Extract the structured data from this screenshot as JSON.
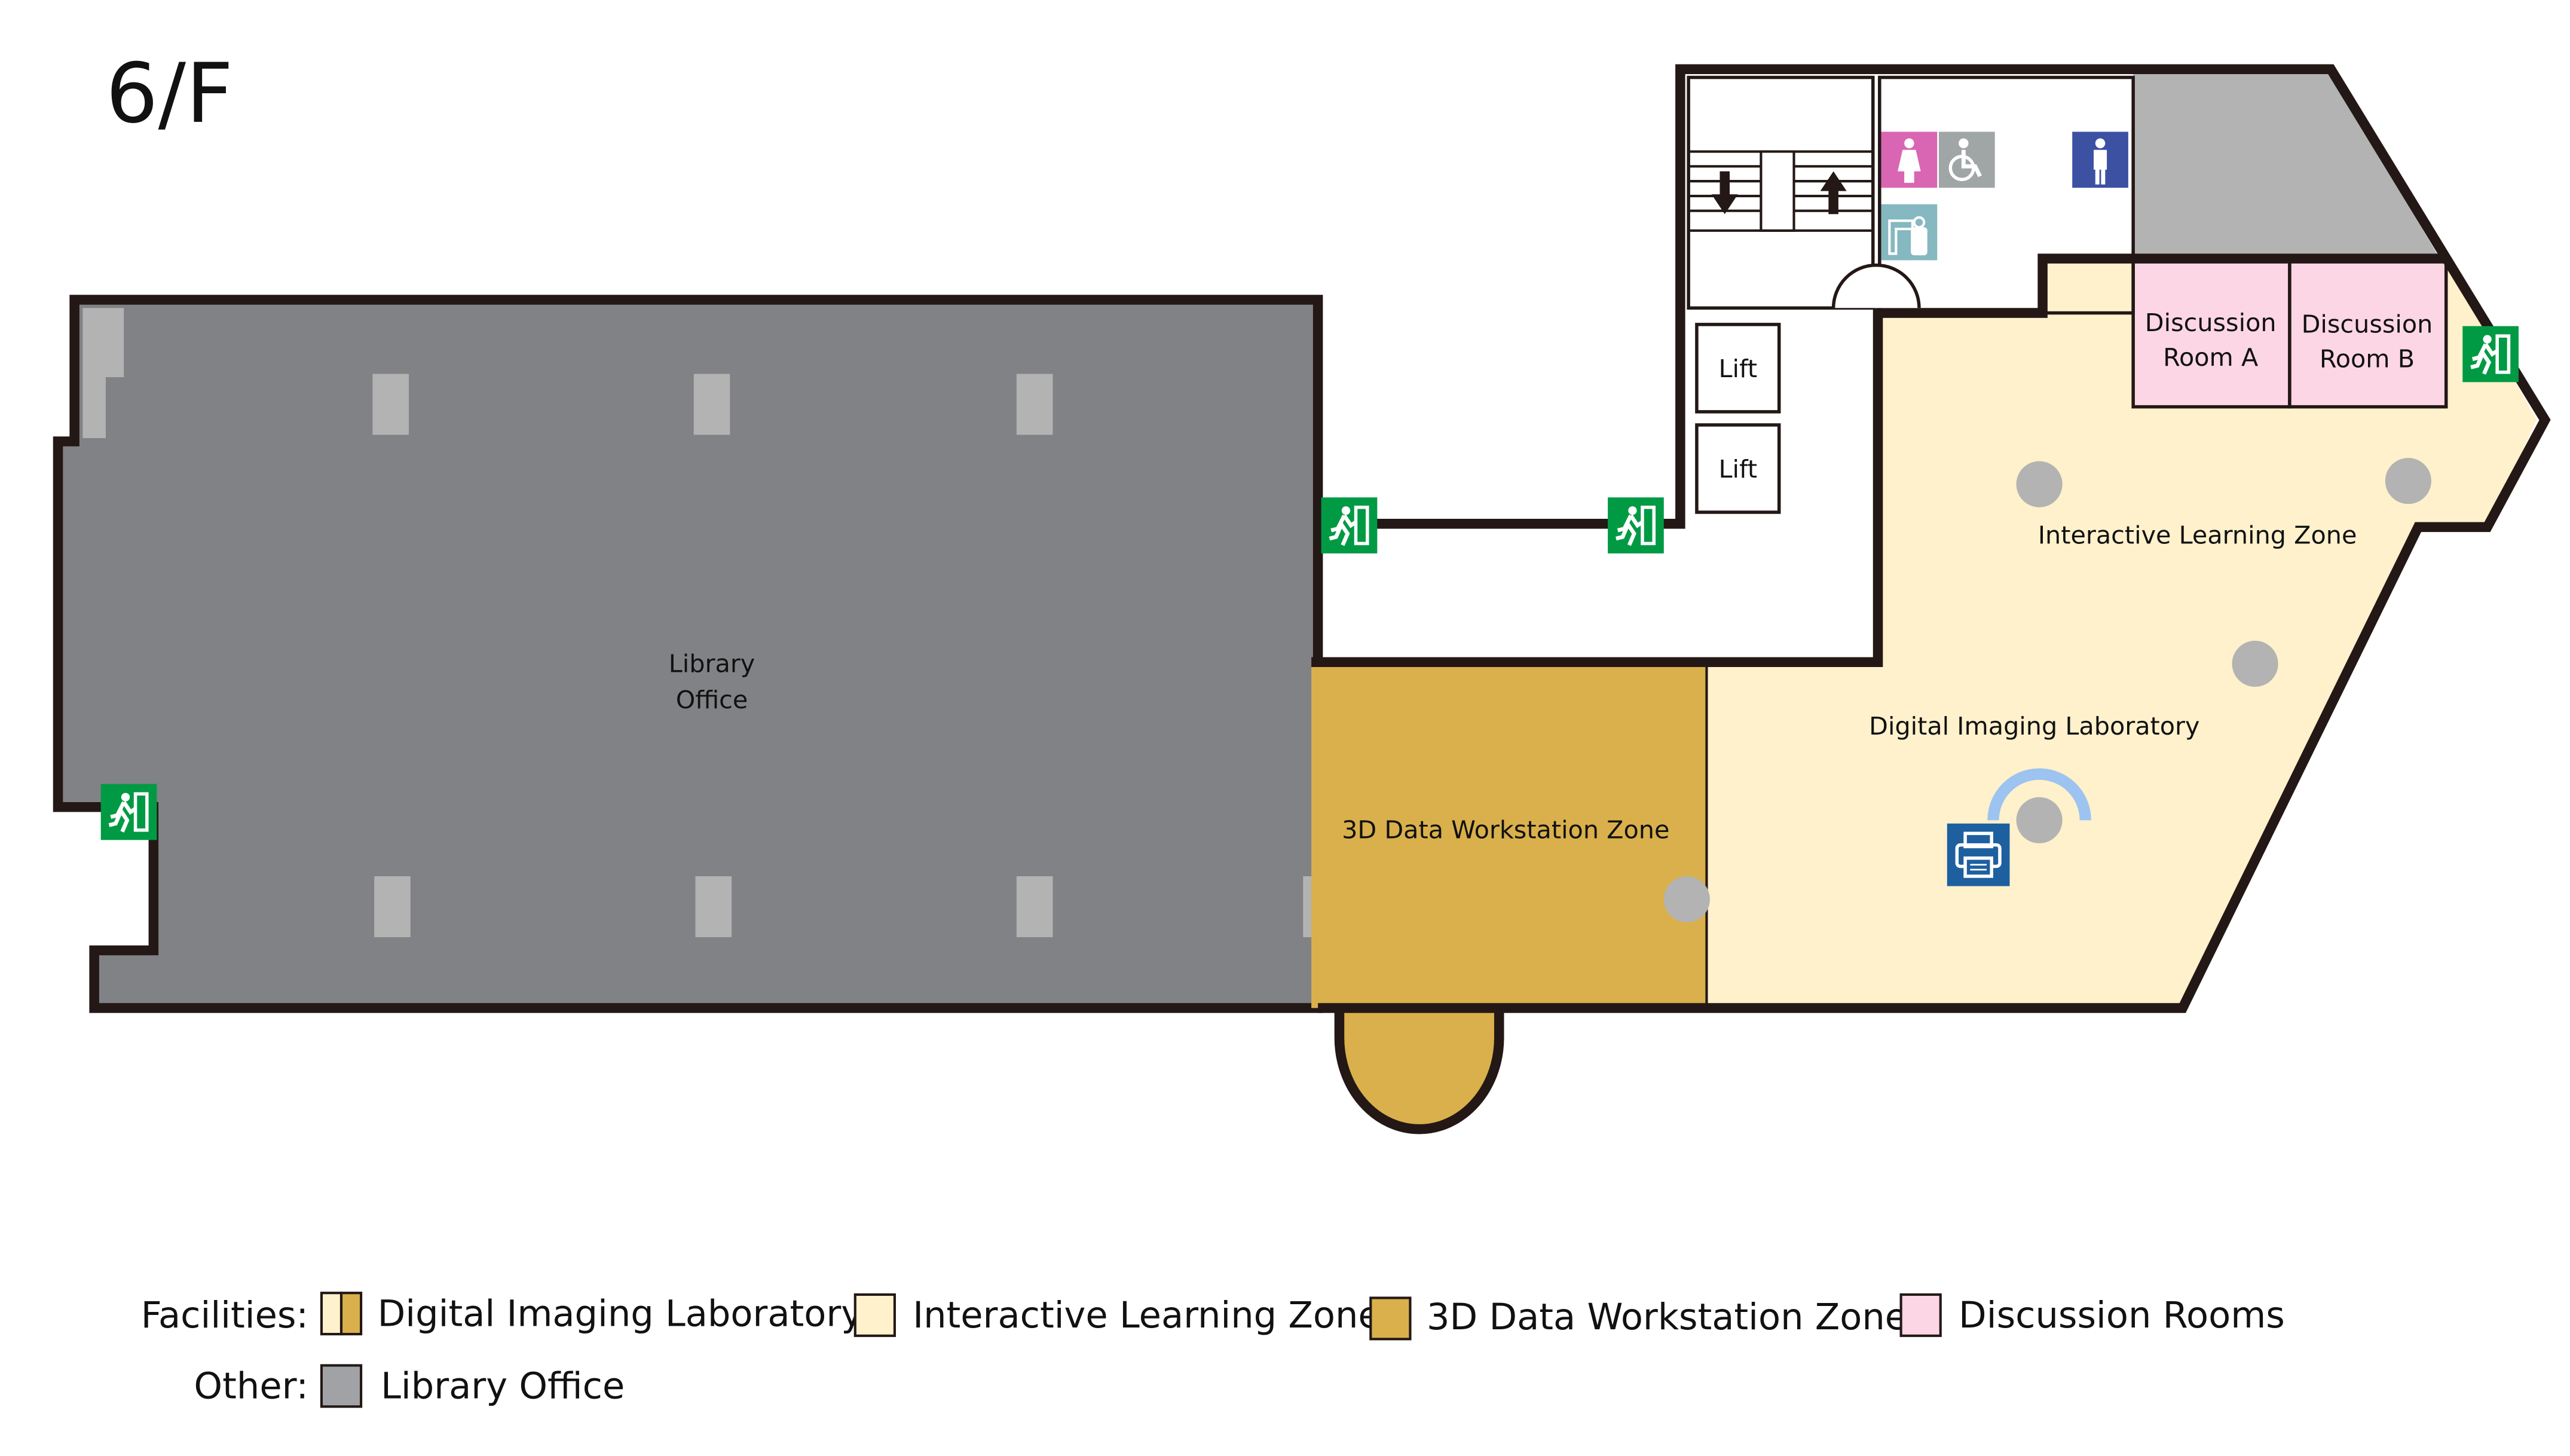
{
  "floor_title": "6/F",
  "colors": {
    "library_office": "#808285",
    "digital_imaging": "#fef1cc",
    "interactive_zone": "#fef1cc",
    "workstation_zone": "#d9b04b",
    "discussion_rooms": "#fdd6e6",
    "exit": "#009a44",
    "printer": "#1e5fa0"
  },
  "rooms": {
    "library_office": [
      "Library",
      "Office"
    ],
    "workstation_zone": "3D Data Workstation Zone",
    "digital_imaging": "Digital Imaging Laboratory",
    "interactive_zone": "Interactive Learning Zone",
    "discussion_a": [
      "Discussion",
      "Room A"
    ],
    "discussion_b": [
      "Discussion",
      "Room B"
    ],
    "lift_1": "Lift",
    "lift_2": "Lift"
  },
  "icons": [
    "exit-sign",
    "female-toilet",
    "accessible-toilet",
    "male-toilet",
    "baby-care-room",
    "stairs-down",
    "stairs-up",
    "printer"
  ],
  "legend": {
    "facilities_label": "Facilities:",
    "facilities": [
      "Digital Imaging Laboratory",
      "Interactive Learning Zone",
      "3D Data Workstation Zone",
      "Discussion Rooms"
    ],
    "other_label": "Other:",
    "other": [
      "Library Office"
    ]
  }
}
